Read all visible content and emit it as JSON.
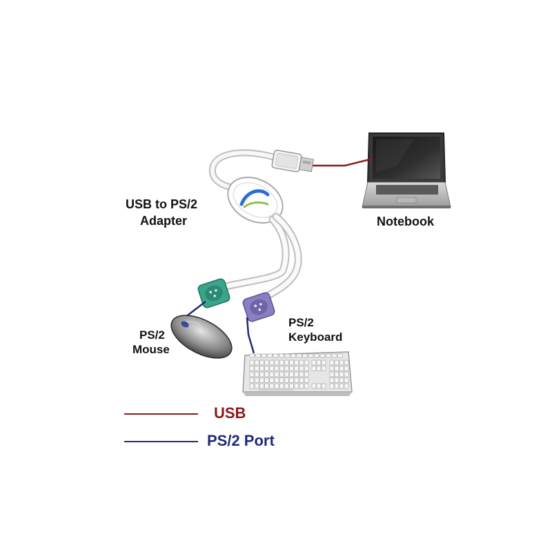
{
  "labels": {
    "adapter_line1": "USB to PS/2",
    "adapter_line2": "Adapter",
    "notebook": "Notebook",
    "mouse_line1": "PS/2",
    "mouse_line2": "Mouse",
    "keyboard_line1": "PS/2",
    "keyboard_line2": "Keyboard"
  },
  "legend": [
    {
      "label": "USB",
      "color": "#8b1a1a"
    },
    {
      "label": "PS/2 Port",
      "color": "#1f2a78"
    }
  ],
  "colors": {
    "usb_wire": "#8b1a1a",
    "ps2_wire": "#1f2a78",
    "mouse_connector": "#3aa58c",
    "keyboard_connector": "#8a7fc0",
    "cable": "#f4f4f4"
  },
  "icons": [
    "notebook-icon",
    "usb-plug-icon",
    "adapter-hub-icon",
    "ps2-mouse-connector-icon",
    "ps2-keyboard-connector-icon",
    "mouse-icon",
    "keyboard-icon"
  ]
}
